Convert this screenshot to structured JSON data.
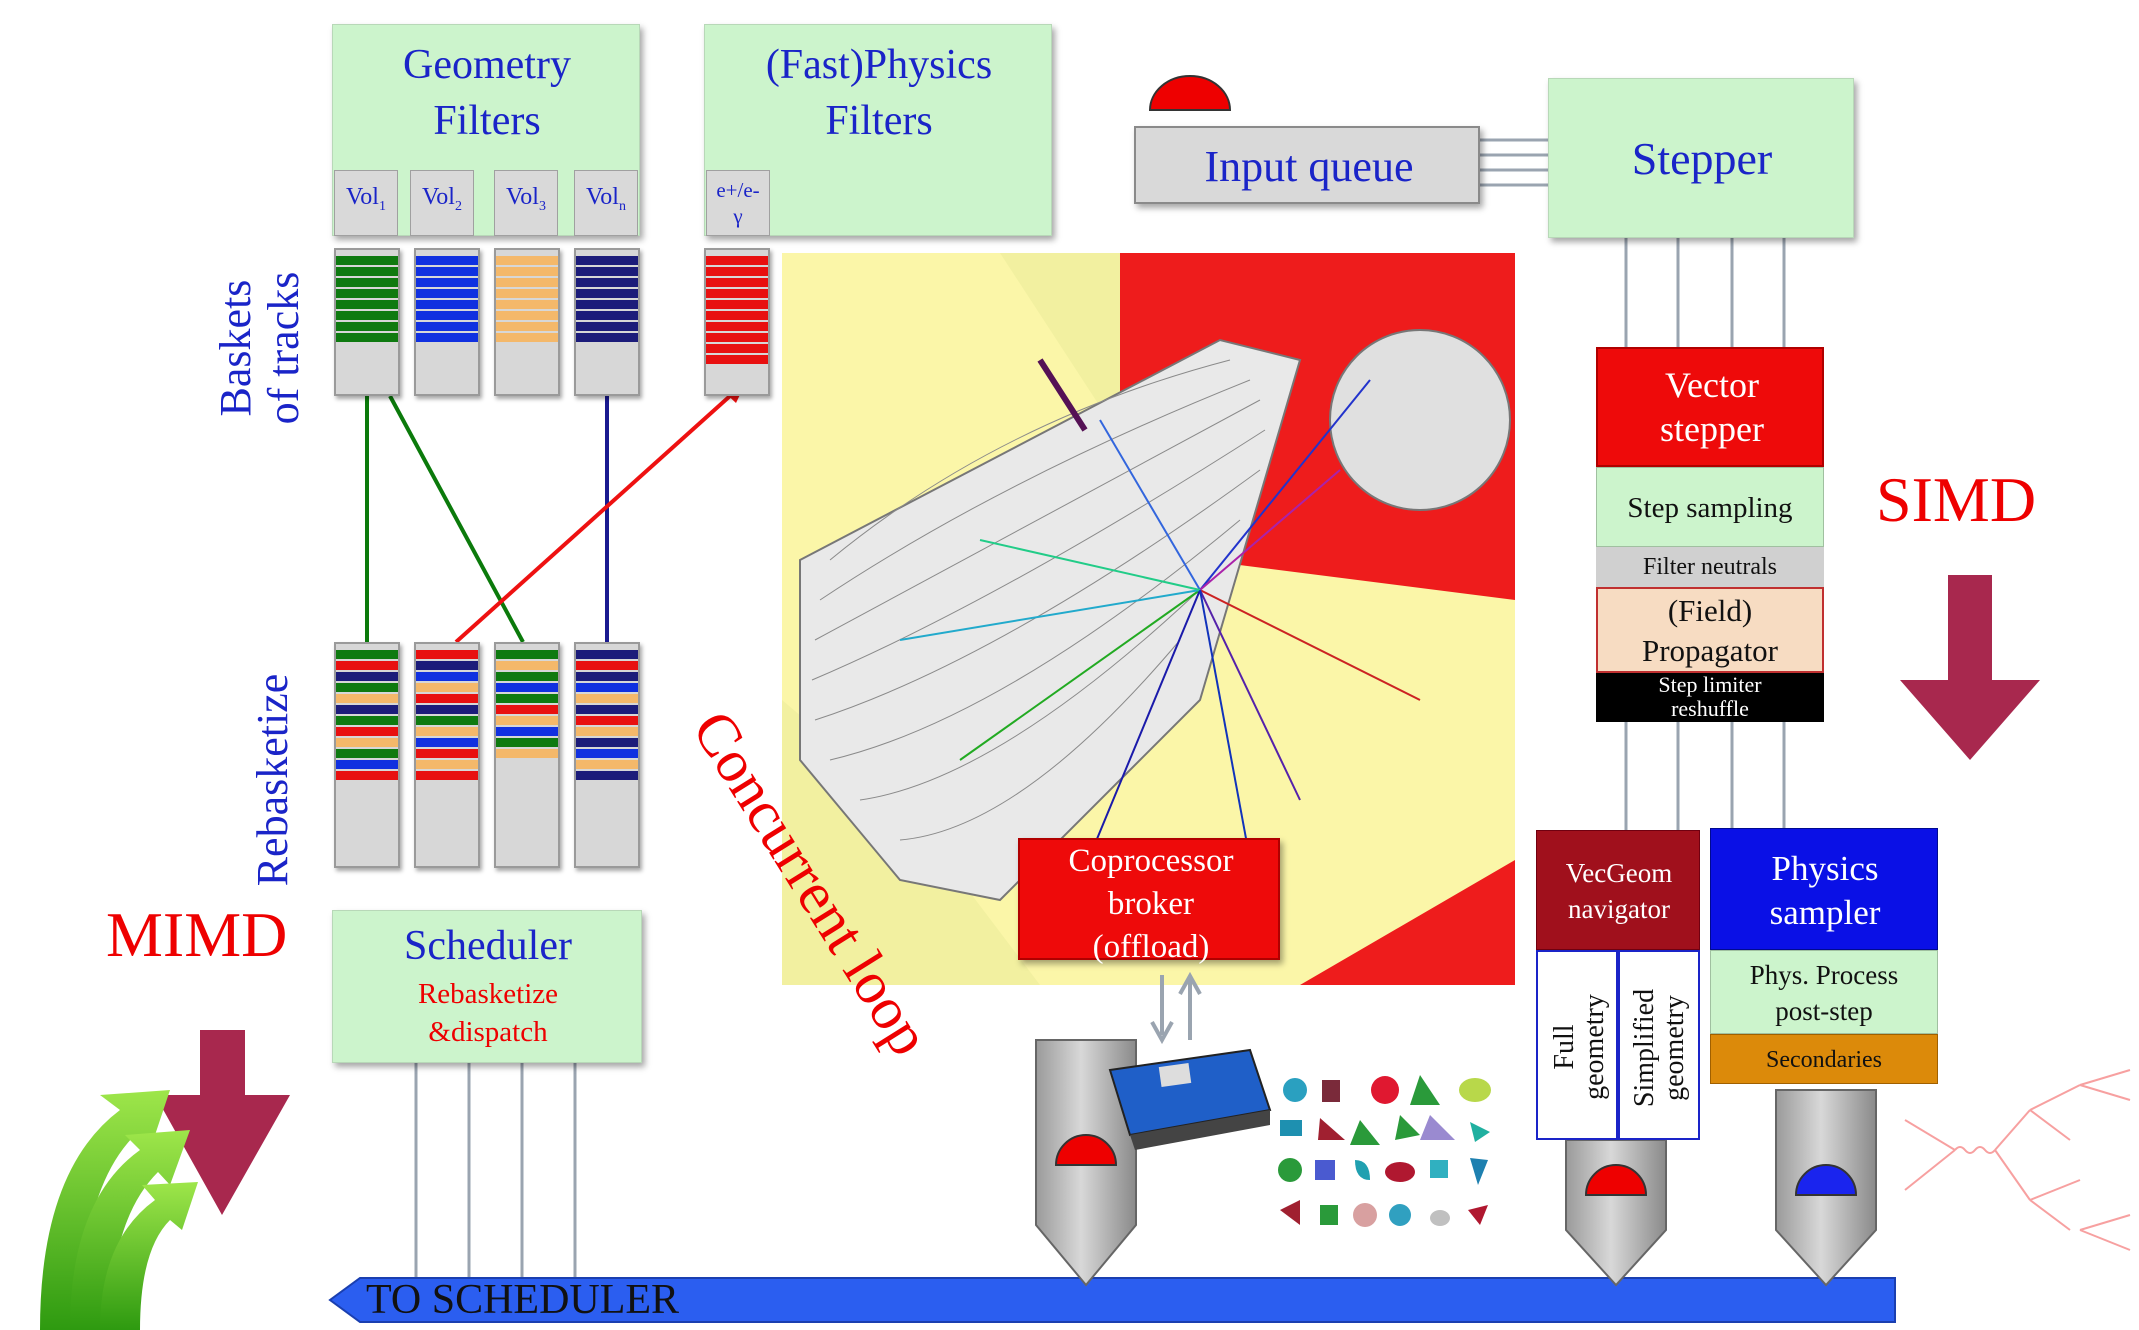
{
  "filters": {
    "geometry_title_line1": "Geometry",
    "geometry_title_line2": "Filters",
    "physics_title_line1": "(Fast)Physics",
    "physics_title_line2": "Filters",
    "vols": [
      "Vol1",
      "Vol2",
      "Vol3",
      "Voln"
    ],
    "vol_base": "Vol",
    "vol_subs": [
      "1",
      "2",
      "3",
      "n"
    ],
    "em_label_line1": "e+/e-",
    "em_label_line2": "γ"
  },
  "labels": {
    "baskets_line1": "Baskets",
    "baskets_line2": "of tracks",
    "rebasketize": "Rebasketize",
    "mimd": "MIMD",
    "simd": "SIMD",
    "concurrent_loop": "Concurrent loop",
    "to_scheduler": "TO SCHEDULER"
  },
  "input_queue": {
    "label": "Input queue"
  },
  "stepper": {
    "label": "Stepper"
  },
  "scheduler": {
    "title": "Scheduler",
    "sub_line1": "Rebasketize",
    "sub_line2": "&dispatch"
  },
  "vector_stepper": {
    "title_line1": "Vector",
    "title_line2": "stepper",
    "step_sampling": "Step sampling",
    "filter_neutrals": "Filter neutrals",
    "propagator_line1": "(Field)",
    "propagator_line2": "Propagator",
    "step_limiter_line1": "Step limiter",
    "step_limiter_line2": "reshuffle"
  },
  "coprocessor": {
    "line1": "Coprocessor",
    "line2": "broker",
    "line3": "(offload)"
  },
  "vecgeom": {
    "line1": "VecGeom",
    "line2": "navigator",
    "full_line1": "Full",
    "full_line2": "geometry",
    "simplified_line1": "Simplified",
    "simplified_line2": "geometry"
  },
  "physics_sampler": {
    "line1": "Physics",
    "line2": "sampler",
    "post_line1": "Phys. Process",
    "post_line2": "post-step",
    "secondaries": "Secondaries"
  },
  "colors": {
    "green_box": "#ccf4cc",
    "blue_text": "#1a24c8",
    "red": "#ee0000",
    "dark_red": "#a0101c",
    "blue_box": "#0a10e6",
    "arrow_magenta": "#a8284e",
    "bus_blue": "#2b5ef0",
    "secondaries_orange": "#dc8a0a"
  }
}
